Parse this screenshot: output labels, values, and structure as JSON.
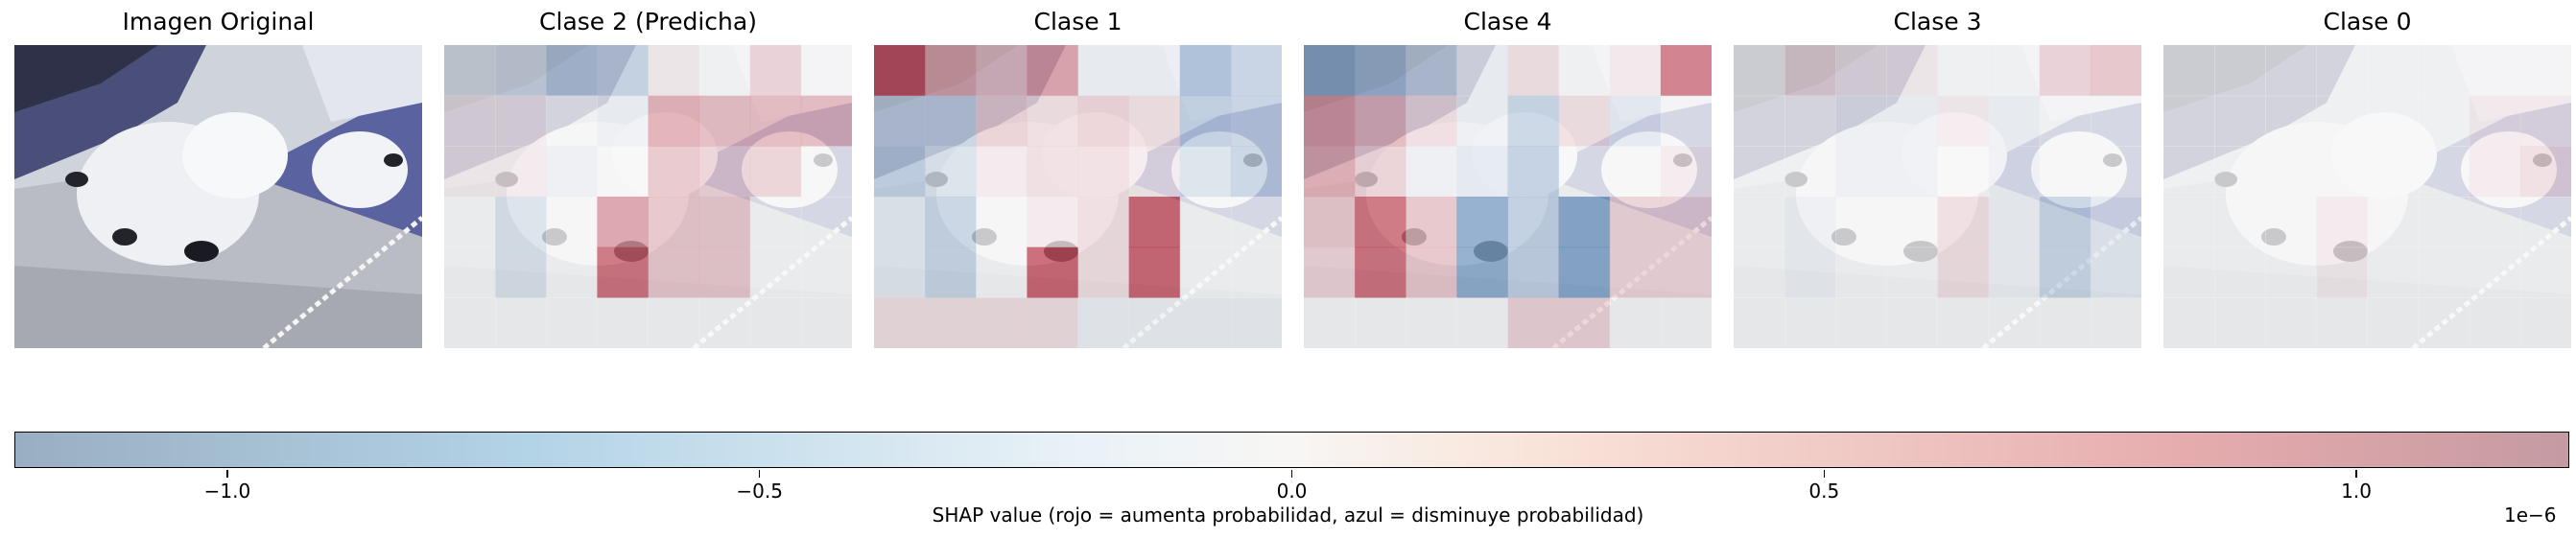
{
  "panels": [
    {
      "title": "Imagen Original"
    },
    {
      "title": "Clase 2 (Predicha)"
    },
    {
      "title": "Clase 1"
    },
    {
      "title": "Clase 4"
    },
    {
      "title": "Clase 3"
    },
    {
      "title": "Clase 0"
    }
  ],
  "chart_data": {
    "type": "heatmap",
    "description": "SHAP superpixel attribution overlays on an inverted cat image, one panel per class",
    "colormap": {
      "negative": "#4b7bb0",
      "zero": "#f7f7f7",
      "positive": "#b2182b"
    },
    "colorbar": {
      "label": "SHAP value (rojo = aumenta probabilidad, azul = disminuye probabilidad)",
      "offset_text": "1e−6",
      "range": [
        -1.2,
        1.2
      ],
      "ticks": [
        -1.0,
        -0.5,
        0.0,
        0.5,
        1.0
      ],
      "tick_labels": [
        "−1.0",
        "−0.5",
        "0.0",
        "0.5",
        "1.0"
      ]
    },
    "grid": {
      "rows": 6,
      "cols": 8
    },
    "classes": [
      {
        "name": "Clase 2 (Predicha)",
        "values": [
          [
            -0.2,
            -0.3,
            -0.6,
            -0.5,
            0.1,
            0.0,
            0.3,
            0.0
          ],
          [
            0.1,
            0.1,
            0.0,
            -0.1,
            0.6,
            0.5,
            0.5,
            0.5
          ],
          [
            0.1,
            0.1,
            -0.1,
            0.0,
            0.4,
            0.3,
            0.3,
            0.0
          ],
          [
            0.0,
            -0.3,
            0.0,
            0.7,
            0.4,
            0.4,
            0.0,
            0.0
          ],
          [
            0.0,
            -0.3,
            0.0,
            1.1,
            0.4,
            0.4,
            0.0,
            0.0
          ],
          [
            0.0,
            0.0,
            0.0,
            0.0,
            0.0,
            0.0,
            0.0,
            0.0
          ]
        ]
      },
      {
        "name": "Clase 1",
        "values": [
          [
            1.2,
            0.6,
            0.4,
            0.7,
            -0.1,
            -0.1,
            -0.8,
            -0.5
          ],
          [
            -0.5,
            -0.5,
            0.3,
            0.2,
            0.3,
            0.2,
            -0.6,
            -0.5
          ],
          [
            -0.6,
            -0.3,
            0.1,
            0.2,
            0.2,
            0.1,
            -0.3,
            -0.5
          ],
          [
            -0.2,
            -0.5,
            0.0,
            0.1,
            0.2,
            1.2,
            0.0,
            0.0
          ],
          [
            -0.2,
            -0.5,
            0.0,
            1.3,
            0.2,
            1.2,
            0.0,
            0.0
          ],
          [
            0.2,
            0.2,
            0.2,
            0.2,
            -0.1,
            -0.1,
            -0.1,
            -0.1
          ]
        ]
      },
      {
        "name": "Clase 4",
        "values": [
          [
            -1.0,
            -0.8,
            -0.5,
            -0.1,
            0.2,
            0.0,
            0.1,
            1.0
          ],
          [
            0.7,
            0.5,
            0.2,
            -0.1,
            -0.5,
            0.2,
            -0.2,
            0.0
          ],
          [
            0.6,
            0.3,
            -0.1,
            -0.2,
            -0.6,
            0.0,
            0.0,
            0.1
          ],
          [
            0.4,
            1.1,
            0.4,
            -1.1,
            -0.6,
            -1.2,
            0.3,
            0.3
          ],
          [
            0.3,
            1.1,
            0.4,
            -1.1,
            -0.6,
            -1.2,
            0.3,
            0.3
          ],
          [
            0.0,
            0.0,
            0.0,
            0.0,
            0.3,
            0.3,
            0.0,
            0.0
          ]
        ]
      },
      {
        "name": "Clase 3",
        "values": [
          [
            0.0,
            0.2,
            0.1,
            0.1,
            0.0,
            0.0,
            0.3,
            0.4
          ],
          [
            0.0,
            0.0,
            -0.1,
            -0.1,
            0.1,
            -0.1,
            0.0,
            0.0
          ],
          [
            0.0,
            0.0,
            -0.1,
            -0.1,
            0.0,
            -0.1,
            0.0,
            0.0
          ],
          [
            0.0,
            -0.1,
            0.0,
            0.0,
            0.2,
            -0.1,
            -0.5,
            -0.2
          ],
          [
            0.0,
            -0.1,
            0.0,
            0.0,
            0.2,
            -0.1,
            -0.5,
            -0.2
          ],
          [
            0.0,
            0.0,
            0.0,
            0.0,
            0.0,
            0.0,
            0.0,
            0.0
          ]
        ]
      },
      {
        "name": "Clase 0",
        "values": [
          [
            0.0,
            0.0,
            0.0,
            0.0,
            0.0,
            0.0,
            0.0,
            0.0
          ],
          [
            0.0,
            0.0,
            0.0,
            0.0,
            0.0,
            0.0,
            0.1,
            0.1
          ],
          [
            0.0,
            0.0,
            0.0,
            0.0,
            0.0,
            0.0,
            0.1,
            0.2
          ],
          [
            0.0,
            0.0,
            0.0,
            0.1,
            0.0,
            0.0,
            0.0,
            0.0
          ],
          [
            0.0,
            0.0,
            0.0,
            0.1,
            0.0,
            0.0,
            0.0,
            0.0
          ],
          [
            0.0,
            0.0,
            0.0,
            0.0,
            0.0,
            0.0,
            0.0,
            0.0
          ]
        ]
      }
    ]
  }
}
